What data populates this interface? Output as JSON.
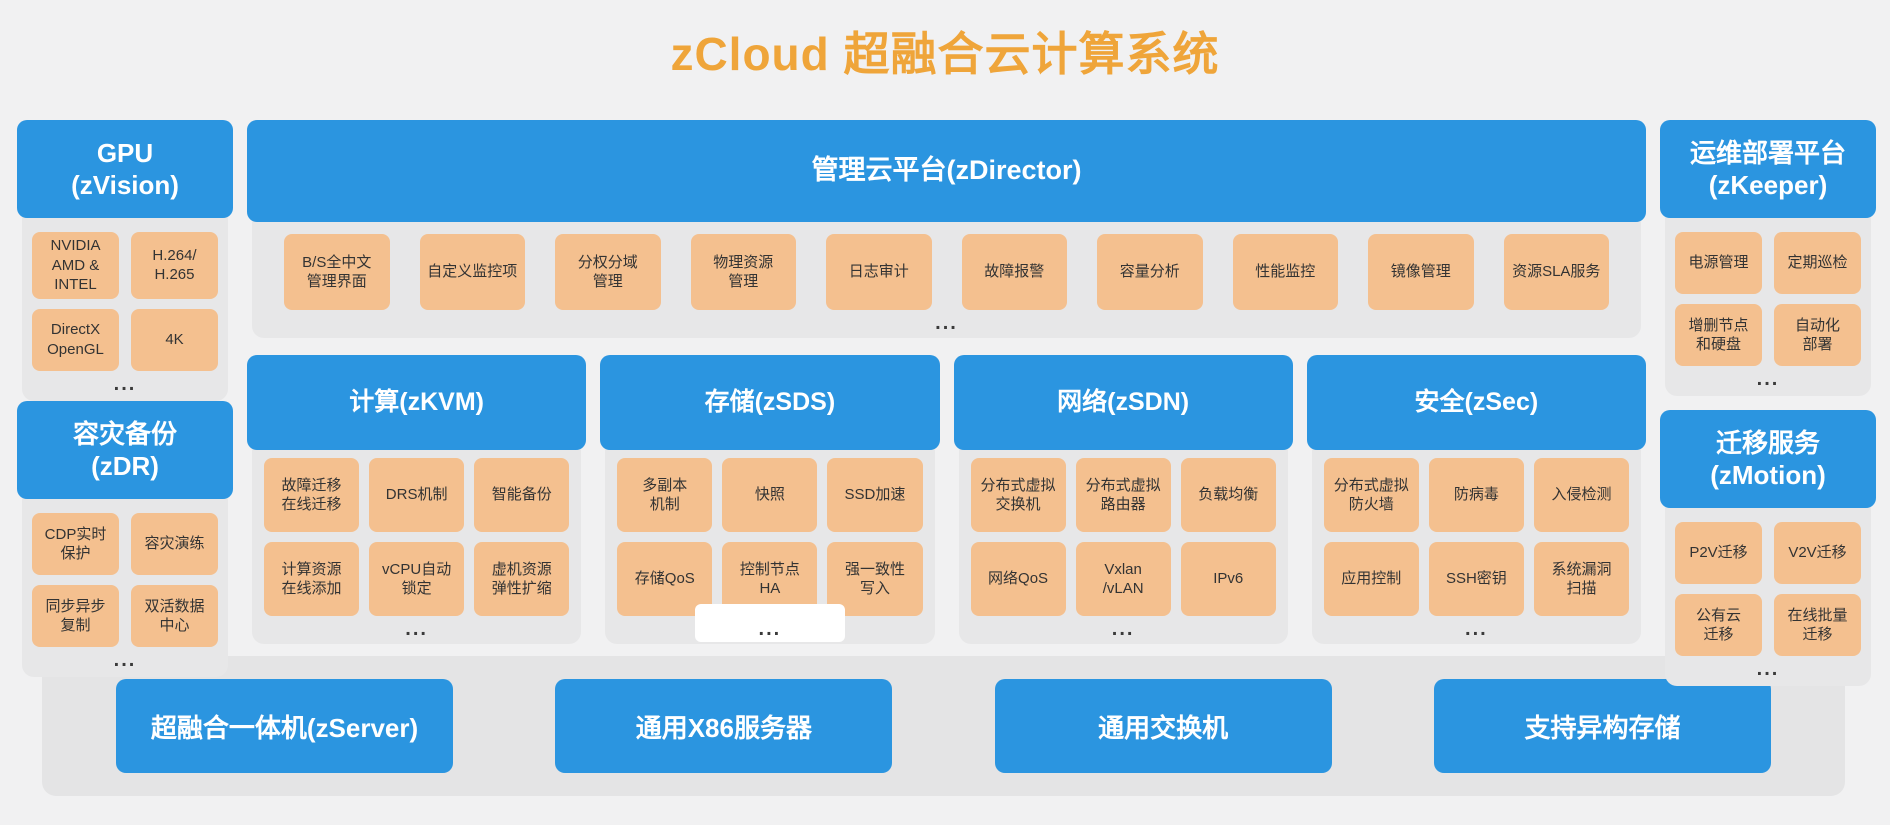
{
  "title": "zCloud 超融合云计算系统",
  "ellipsis": "...",
  "colors": {
    "title_orange": "#EFA53A",
    "header_blue": "#2B95E0",
    "item_orange": "#F4C08F",
    "panel_gray": "#E7E7E8",
    "page_bg": "#F1F1F2"
  },
  "director": {
    "title": "管理云平台(zDirector)",
    "items": [
      "B/S全中文\n管理界面",
      "自定义监控项",
      "分权分域\n管理",
      "物理资源\n管理",
      "日志审计",
      "故障报警",
      "容量分析",
      "性能监控",
      "镜像管理",
      "资源SLA服务"
    ]
  },
  "compute": {
    "title": "计算(zKVM)",
    "items": [
      "故障迁移\n在线迁移",
      "DRS机制",
      "智能备份",
      "计算资源\n在线添加",
      "vCPU自动\n锁定",
      "虚机资源\n弹性扩缩"
    ]
  },
  "storage": {
    "title": "存储(zSDS)",
    "items": [
      "多副本\n机制",
      "快照",
      "SSD加速",
      "存储QoS",
      "控制节点\nHA",
      "强一致性\n写入"
    ]
  },
  "network": {
    "title": "网络(zSDN)",
    "items": [
      "分布式虚拟\n交换机",
      "分布式虚拟\n路由器",
      "负载均衡",
      "网络QoS",
      "Vxlan\n/vLAN",
      "IPv6"
    ]
  },
  "security": {
    "title": "安全(zSec)",
    "items": [
      "分布式虚拟\n防火墙",
      "防病毒",
      "入侵检测",
      "应用控制",
      "SSH密钥",
      "系统漏洞\n扫描"
    ]
  },
  "gpu": {
    "title_line1": "GPU",
    "title_line2": "(zVision)",
    "items": [
      "NVIDIA\nAMD &\nINTEL",
      "H.264/\nH.265",
      "DirectX\nOpenGL",
      "4K"
    ]
  },
  "dr": {
    "title_line1": "容灾备份",
    "title_line2": "(zDR)",
    "items": [
      "CDP实时\n保护",
      "容灾演练",
      "同步异步\n复制",
      "双活数据\n中心"
    ]
  },
  "keeper": {
    "title_line1": "运维部署平台",
    "title_line2": "(zKeeper)",
    "items": [
      "电源管理",
      "定期巡检",
      "增删节点\n和硬盘",
      "自动化\n部署"
    ]
  },
  "motion": {
    "title_line1": "迁移服务",
    "title_line2": "(zMotion)",
    "items": [
      "P2V迁移",
      "V2V迁移",
      "公有云\n迁移",
      "在线批量\n迁移"
    ]
  },
  "hardware": {
    "items": [
      "超融合一体机(zServer)",
      "通用X86服务器",
      "通用交换机",
      "支持异构存储"
    ]
  }
}
